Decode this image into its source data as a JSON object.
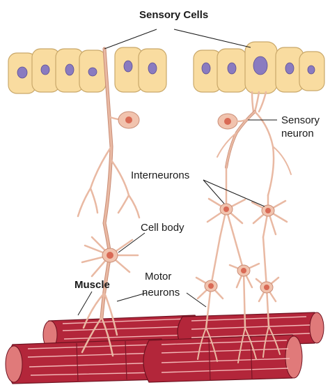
{
  "labels": {
    "sensory_cells": "Sensory Cells",
    "sensory_neuron_line1": "Sensory",
    "sensory_neuron_line2": "neuron",
    "interneurons": "Interneurons",
    "cell_body": "Cell body",
    "muscle": "Muscle",
    "motor_neurons_line1": "Motor",
    "motor_neurons_line2": "neurons"
  },
  "colors": {
    "sensory_cell_fill": "#f9dca0",
    "nucleus": "#8a7bc0",
    "neuron": "#e9b9a3",
    "muscle": "#b3263a"
  }
}
